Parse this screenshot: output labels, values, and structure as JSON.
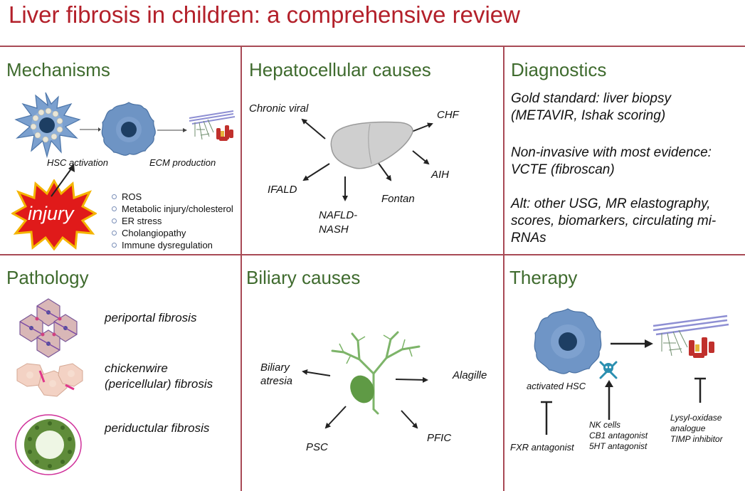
{
  "title": "Liver fibrosis in children: a comprehensive review",
  "mechanisms": {
    "heading": "Mechanisms",
    "hsc_activation": "HSC activation",
    "ecm_production": "ECM production",
    "injury": "injury",
    "bullets": [
      "ROS",
      "Metabolic injury/cholesterol",
      "ER stress",
      "Cholangiopathy",
      "Immune dysregulation"
    ]
  },
  "hepatocellular": {
    "heading": "Hepatocellular causes",
    "labels": [
      "Chronic viral",
      "CHF",
      "AIH",
      "IFALD",
      "Fontan"
    ],
    "nafld_line1": "NAFLD-",
    "nafld_line2": "NASH"
  },
  "diagnostics": {
    "heading": "Diagnostics",
    "gold_line1": "Gold standard: liver biopsy",
    "gold_line2": "(METAVIR, Ishak scoring)",
    "noninv_line1": "Non-invasive with most evidence:",
    "noninv_line2": "VCTE (fibroscan)",
    "alt_line1": "Alt: other USG, MR elastography,",
    "alt_line2": "scores, biomarkers, circulating mi-",
    "alt_line3": "RNAs"
  },
  "pathology": {
    "heading": "Pathology",
    "periportal": "periportal fibrosis",
    "chicken_line1": "chickenwire",
    "chicken_line2": "(pericellular) fibrosis",
    "periductular": "periductular fibrosis"
  },
  "biliary": {
    "heading": "Biliary causes",
    "atresia_line1": "Biliary",
    "atresia_line2": "atresia",
    "alagille": "Alagille",
    "psc": "PSC",
    "pfic": "PFIC"
  },
  "therapy": {
    "heading": "Therapy",
    "activated_hsc": "activated HSC",
    "fxr": "FXR antagonist",
    "nk_line1": "NK cells",
    "nk_line2": "CB1 antagonist",
    "nk_line3": "5HT antagonist",
    "lysyl_line1": "Lysyl-oxidase",
    "lysyl_line2": "analogue",
    "lysyl_line3": "TIMP inhibitor"
  }
}
